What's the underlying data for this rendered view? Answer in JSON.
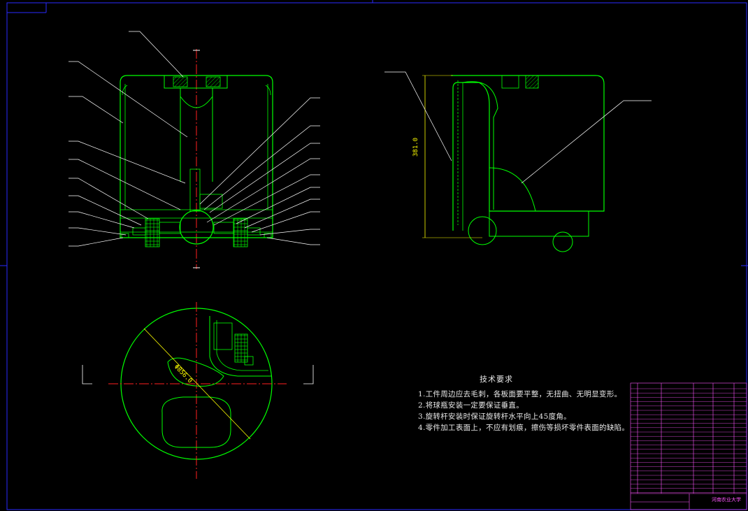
{
  "technical_requirements": {
    "title": "技术要求",
    "items": [
      "1.工件周边应去毛刺，各板面要平整，无扭曲、无明显变形。",
      "2.将球瓶安装一定要保证垂直。",
      "3.旋转杆安装时保证旋转杆水平向上45度角。",
      "4.零件加工表面上，不应有划痕，擦伤等损坏零件表面的缺陷。"
    ]
  },
  "dimensions": {
    "height": "381.0",
    "diameter": "Φ856.0"
  },
  "title_block": {
    "school": "河南农业大学"
  },
  "colors": {
    "background": "#000000",
    "outline": "#00ff00",
    "center_line": "#ff0000",
    "leader": "#ffffff",
    "dimension": "#ffff00",
    "frame": "#0000ff",
    "table": "#ff55ff"
  }
}
